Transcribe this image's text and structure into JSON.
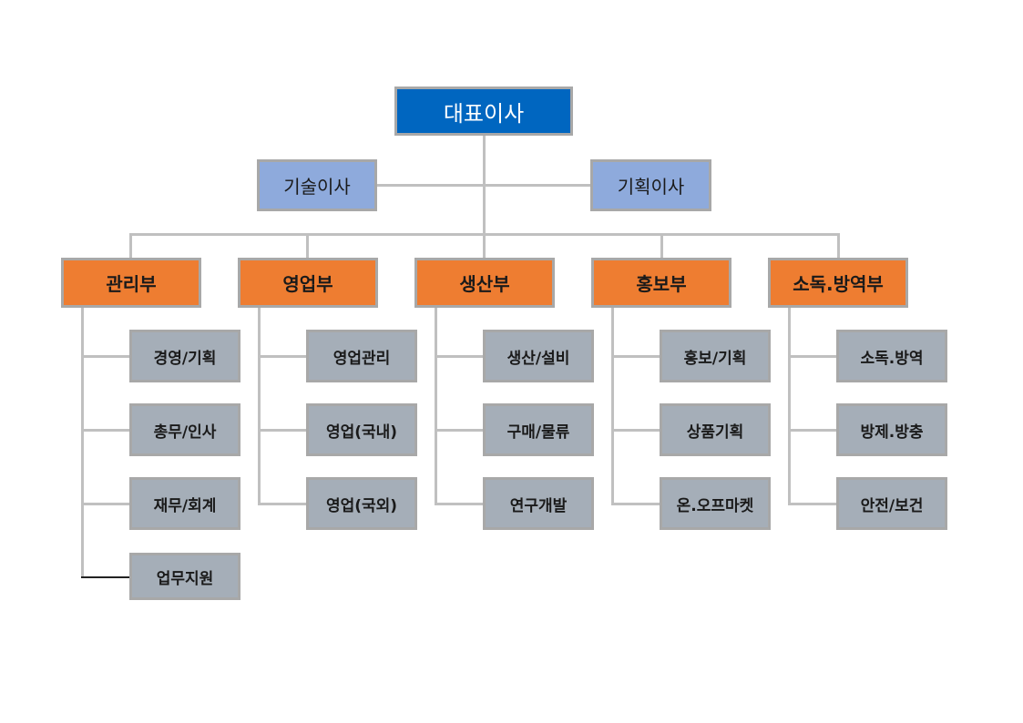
{
  "org_chart": {
    "ceo": "대표이사",
    "directors": [
      "기술이사",
      "기획이사"
    ],
    "departments": [
      {
        "name": "관리부",
        "teams": [
          "경영/기획",
          "총무/인사",
          "재무/회계",
          "업무지원"
        ]
      },
      {
        "name": "영업부",
        "teams": [
          "영업관리",
          "영업(국내)",
          "영업(국외)"
        ]
      },
      {
        "name": "생산부",
        "teams": [
          "생산/설비",
          "구매/물류",
          "연구개발"
        ]
      },
      {
        "name": "홍보부",
        "teams": [
          "홍보/기획",
          "상품기획",
          "온.오프마켓"
        ]
      },
      {
        "name": "소독.방역부",
        "teams": [
          "소독.방역",
          "방제.방충",
          "안전/보건"
        ]
      }
    ]
  }
}
